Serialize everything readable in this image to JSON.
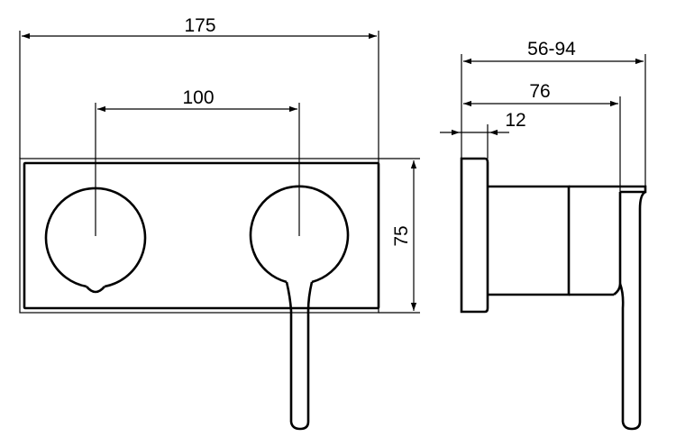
{
  "front_view": {
    "width_label": "175",
    "spacing_label": "100",
    "height_label": "75"
  },
  "side_view": {
    "depth_label": "56-94",
    "body_label": "76",
    "plate_label": "12"
  }
}
